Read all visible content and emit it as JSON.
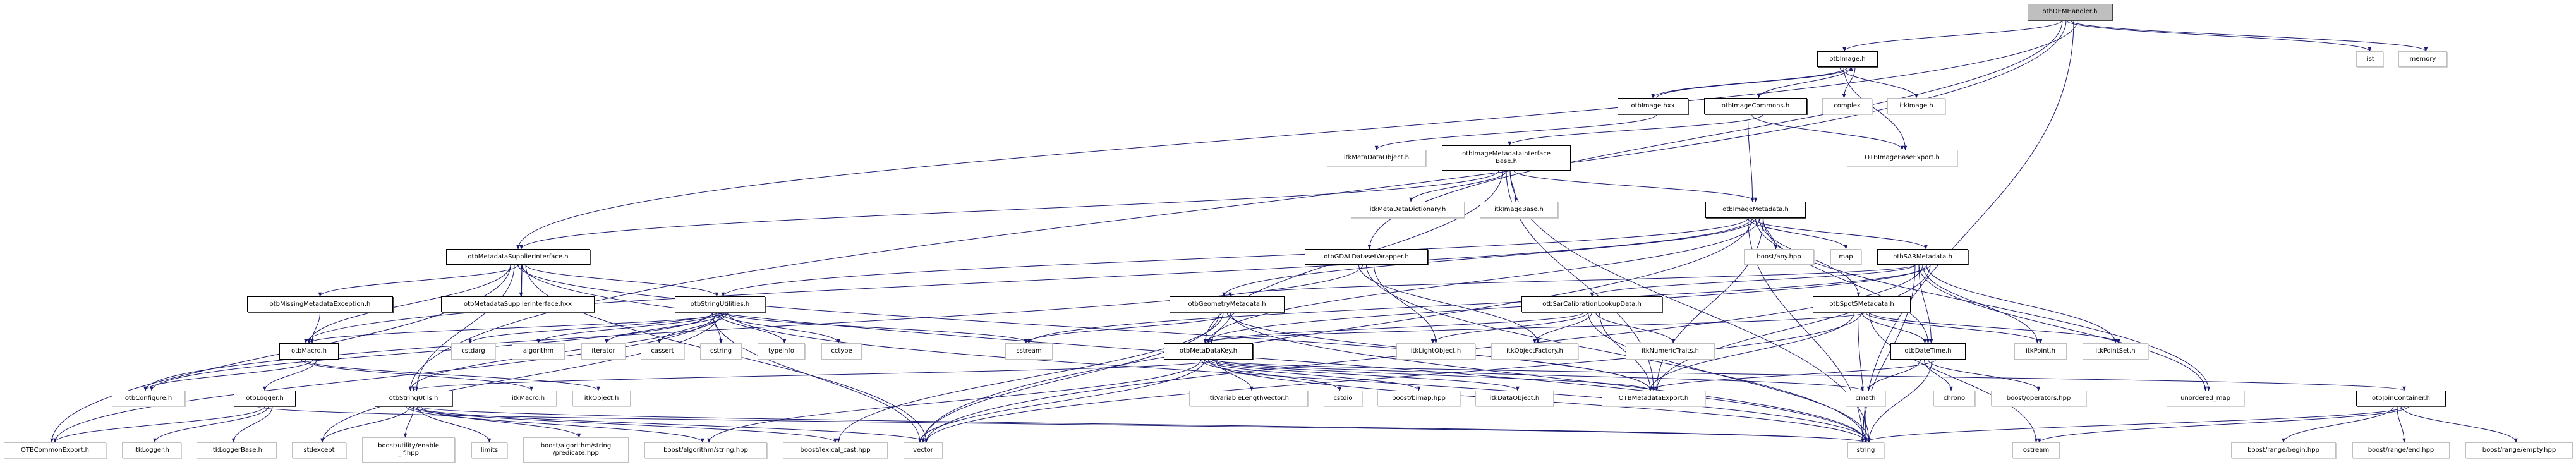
{
  "graph": {
    "root": "otbDEMHandler.h",
    "edge_color": "#191970",
    "root_fill": "#bfbfbf",
    "nodes": [
      {
        "id": "otbDEMHandler.h",
        "label": "otbDEMHandler.h",
        "kind": "root"
      },
      {
        "id": "otbImage.h",
        "label": "otbImage.h",
        "kind": "project"
      },
      {
        "id": "list",
        "label": "list",
        "kind": "external"
      },
      {
        "id": "memory",
        "label": "memory",
        "kind": "external"
      },
      {
        "id": "otbImage.hxx",
        "label": "otbImage.hxx",
        "kind": "project"
      },
      {
        "id": "otbImageCommons.h",
        "label": "otbImageCommons.h",
        "kind": "project"
      },
      {
        "id": "complex",
        "label": "complex",
        "kind": "external"
      },
      {
        "id": "itkImage.h",
        "label": "itkImage.h",
        "kind": "external"
      },
      {
        "id": "itkMetaDataObject.h",
        "label": "itkMetaDataObject.h",
        "kind": "external"
      },
      {
        "id": "otbImageMetadataInterfaceBase.h",
        "label": "otbImageMetadataInterface\nBase.h",
        "kind": "project"
      },
      {
        "id": "OTBImageBaseExport.h",
        "label": "OTBImageBaseExport.h",
        "kind": "external"
      },
      {
        "id": "itkMetaDataDictionary.h",
        "label": "itkMetaDataDictionary.h",
        "kind": "external"
      },
      {
        "id": "itkImageBase.h",
        "label": "itkImageBase.h",
        "kind": "external"
      },
      {
        "id": "otbImageMetadata.h",
        "label": "otbImageMetadata.h",
        "kind": "project"
      },
      {
        "id": "otbMetadataSupplierInterface.h",
        "label": "otbMetadataSupplierInterface.h",
        "kind": "project"
      },
      {
        "id": "otbGDALDatasetWrapper.h",
        "label": "otbGDALDatasetWrapper.h",
        "kind": "project"
      },
      {
        "id": "boost/any.hpp",
        "label": "boost/any.hpp",
        "kind": "external"
      },
      {
        "id": "map",
        "label": "map",
        "kind": "external"
      },
      {
        "id": "otbSARMetadata.h",
        "label": "otbSARMetadata.h",
        "kind": "project"
      },
      {
        "id": "otbMissingMetadataException.h",
        "label": "otbMissingMetadataException.h",
        "kind": "project"
      },
      {
        "id": "otbMetadataSupplierInterface.hxx",
        "label": "otbMetadataSupplierInterface.hxx",
        "kind": "project"
      },
      {
        "id": "otbStringUtilities.h",
        "label": "otbStringUtilities.h",
        "kind": "project"
      },
      {
        "id": "otbGeometryMetadata.h",
        "label": "otbGeometryMetadata.h",
        "kind": "project"
      },
      {
        "id": "otbSarCalibrationLookupData.h",
        "label": "otbSarCalibrationLookupData.h",
        "kind": "project"
      },
      {
        "id": "otbSpot5Metadata.h",
        "label": "otbSpot5Metadata.h",
        "kind": "project"
      },
      {
        "id": "otbMacro.h",
        "label": "otbMacro.h",
        "kind": "project"
      },
      {
        "id": "cstdarg",
        "label": "cstdarg",
        "kind": "external"
      },
      {
        "id": "algorithm",
        "label": "algorithm",
        "kind": "external"
      },
      {
        "id": "iterator",
        "label": "iterator",
        "kind": "external"
      },
      {
        "id": "cassert",
        "label": "cassert",
        "kind": "external"
      },
      {
        "id": "cstring",
        "label": "cstring",
        "kind": "external"
      },
      {
        "id": "typeinfo",
        "label": "typeinfo",
        "kind": "external"
      },
      {
        "id": "cctype",
        "label": "cctype",
        "kind": "external"
      },
      {
        "id": "sstream",
        "label": "sstream",
        "kind": "external"
      },
      {
        "id": "otbMetaDataKey.h",
        "label": "otbMetaDataKey.h",
        "kind": "project"
      },
      {
        "id": "itkLightObject.h",
        "label": "itkLightObject.h",
        "kind": "external"
      },
      {
        "id": "itkObjectFactory.h",
        "label": "itkObjectFactory.h",
        "kind": "external"
      },
      {
        "id": "itkNumericTraits.h",
        "label": "itkNumericTraits.h",
        "kind": "external"
      },
      {
        "id": "otbDateTime.h",
        "label": "otbDateTime.h",
        "kind": "project"
      },
      {
        "id": "itkPoint.h",
        "label": "itkPoint.h",
        "kind": "external"
      },
      {
        "id": "itkPointSet.h",
        "label": "itkPointSet.h",
        "kind": "external"
      },
      {
        "id": "otbConfigure.h",
        "label": "otbConfigure.h",
        "kind": "external"
      },
      {
        "id": "otbLogger.h",
        "label": "otbLogger.h",
        "kind": "project"
      },
      {
        "id": "otbStringUtils.h",
        "label": "otbStringUtils.h",
        "kind": "project"
      },
      {
        "id": "itkMacro.h",
        "label": "itkMacro.h",
        "kind": "external"
      },
      {
        "id": "itkObject.h",
        "label": "itkObject.h",
        "kind": "external"
      },
      {
        "id": "itkVariableLengthVector.h",
        "label": "itkVariableLengthVector.h",
        "kind": "external"
      },
      {
        "id": "cstdio",
        "label": "cstdio",
        "kind": "external"
      },
      {
        "id": "boost/bimap.hpp",
        "label": "boost/bimap.hpp",
        "kind": "external"
      },
      {
        "id": "itkDataObject.h",
        "label": "itkDataObject.h",
        "kind": "external"
      },
      {
        "id": "OTBMetadataExport.h",
        "label": "OTBMetadataExport.h",
        "kind": "external"
      },
      {
        "id": "cmath",
        "label": "cmath",
        "kind": "external"
      },
      {
        "id": "chrono",
        "label": "chrono",
        "kind": "external"
      },
      {
        "id": "boost/operators.hpp",
        "label": "boost/operators.hpp",
        "kind": "external"
      },
      {
        "id": "unordered_map",
        "label": "unordered_map",
        "kind": "external"
      },
      {
        "id": "otbJoinContainer.h",
        "label": "otbJoinContainer.h",
        "kind": "project"
      },
      {
        "id": "OTBCommonExport.h",
        "label": "OTBCommonExport.h",
        "kind": "external"
      },
      {
        "id": "itkLogger.h",
        "label": "itkLogger.h",
        "kind": "external"
      },
      {
        "id": "itkLoggerBase.h",
        "label": "itkLoggerBase.h",
        "kind": "external"
      },
      {
        "id": "stdexcept",
        "label": "stdexcept",
        "kind": "external"
      },
      {
        "id": "boost/utility/enable_if.hpp",
        "label": "boost/utility/enable\n_if.hpp",
        "kind": "external"
      },
      {
        "id": "limits",
        "label": "limits",
        "kind": "external"
      },
      {
        "id": "boost/algorithm/string/predicate.hpp",
        "label": "boost/algorithm/string\n/predicate.hpp",
        "kind": "external"
      },
      {
        "id": "boost/algorithm/string.hpp",
        "label": "boost/algorithm/string.hpp",
        "kind": "external"
      },
      {
        "id": "boost/lexical_cast.hpp",
        "label": "boost/lexical_cast.hpp",
        "kind": "external"
      },
      {
        "id": "vector",
        "label": "vector",
        "kind": "external"
      },
      {
        "id": "string",
        "label": "string",
        "kind": "external"
      },
      {
        "id": "ostream",
        "label": "ostream",
        "kind": "external"
      },
      {
        "id": "boost/range/begin.hpp",
        "label": "boost/range/begin.hpp",
        "kind": "external"
      },
      {
        "id": "boost/range/end.hpp",
        "label": "boost/range/end.hpp",
        "kind": "external"
      },
      {
        "id": "boost/range/empty.hpp",
        "label": "boost/range/empty.hpp",
        "kind": "external"
      }
    ],
    "edges": [
      [
        "otbDEMHandler.h",
        "otbImage.h"
      ],
      [
        "otbDEMHandler.h",
        "list"
      ],
      [
        "otbDEMHandler.h",
        "memory"
      ],
      [
        "otbDEMHandler.h",
        "string"
      ],
      [
        "otbDEMHandler.h",
        "otbMetadataSupplierInterface.h"
      ],
      [
        "otbDEMHandler.h",
        "otbGDALDatasetWrapper.h"
      ],
      [
        "otbDEMHandler.h",
        "otbStringUtils.h"
      ],
      [
        "otbImage.h",
        "otbImage.hxx"
      ],
      [
        "otbImage.h",
        "otbImageCommons.h"
      ],
      [
        "otbImage.h",
        "complex"
      ],
      [
        "otbImage.h",
        "itkImage.h"
      ],
      [
        "otbImage.h",
        "OTBImageBaseExport.h"
      ],
      [
        "otbImage.hxx",
        "otbImage.h"
      ],
      [
        "otbImage.hxx",
        "itkMetaDataObject.h"
      ],
      [
        "otbImageCommons.h",
        "otbImageMetadataInterfaceBase.h"
      ],
      [
        "otbImageCommons.h",
        "otbImageMetadata.h"
      ],
      [
        "otbImageCommons.h",
        "OTBImageBaseExport.h"
      ],
      [
        "otbImageMetadataInterfaceBase.h",
        "itkMetaDataDictionary.h"
      ],
      [
        "otbImageMetadataInterfaceBase.h",
        "itkImageBase.h"
      ],
      [
        "otbImageMetadataInterfaceBase.h",
        "otbImageMetadata.h"
      ],
      [
        "otbImageMetadataInterfaceBase.h",
        "otbMetadataSupplierInterface.h"
      ],
      [
        "otbImageMetadataInterfaceBase.h",
        "otbMetaDataKey.h"
      ],
      [
        "otbImageMetadataInterfaceBase.h",
        "OTBMetadataExport.h"
      ],
      [
        "otbImageMetadataInterfaceBase.h",
        "string"
      ],
      [
        "otbImageMetadata.h",
        "boost/any.hpp"
      ],
      [
        "otbImageMetadata.h",
        "map"
      ],
      [
        "otbImageMetadata.h",
        "otbSARMetadata.h"
      ],
      [
        "otbImageMetadata.h",
        "otbGeometryMetadata.h"
      ],
      [
        "otbImageMetadata.h",
        "otbMetaDataKey.h"
      ],
      [
        "otbImageMetadata.h",
        "OTBMetadataExport.h"
      ],
      [
        "otbImageMetadata.h",
        "string"
      ],
      [
        "otbImageMetadata.h",
        "vector"
      ],
      [
        "otbImageMetadata.h",
        "unordered_map"
      ],
      [
        "otbImageMetadata.h",
        "otbSpot5Metadata.h"
      ],
      [
        "otbImageMetadata.h",
        "otbDateTime.h"
      ],
      [
        "otbImageMetadata.h",
        "otbStringUtilities.h"
      ],
      [
        "otbImageMetadata.h",
        "otbMacro.h"
      ],
      [
        "otbMetadataSupplierInterface.h",
        "otbMissingMetadataException.h"
      ],
      [
        "otbMetadataSupplierInterface.h",
        "otbMetadataSupplierInterface.hxx"
      ],
      [
        "otbMetadataSupplierInterface.h",
        "otbStringUtilities.h"
      ],
      [
        "otbMetadataSupplierInterface.h",
        "otbMacro.h"
      ],
      [
        "otbMetadataSupplierInterface.h",
        "otbStringUtils.h"
      ],
      [
        "otbMetadataSupplierInterface.h",
        "OTBMetadataExport.h"
      ],
      [
        "otbMetadataSupplierInterface.h",
        "string"
      ],
      [
        "otbMetadataSupplierInterface.h",
        "vector"
      ],
      [
        "otbMetadataSupplierInterface.h",
        "OTBCommonExport.h"
      ],
      [
        "otbMetadataSupplierInterface.hxx",
        "otbMetadataSupplierInterface.h"
      ],
      [
        "otbMissingMetadataException.h",
        "otbMacro.h"
      ],
      [
        "otbMacro.h",
        "otbConfigure.h"
      ],
      [
        "otbMacro.h",
        "otbLogger.h"
      ],
      [
        "otbMacro.h",
        "itkMacro.h"
      ],
      [
        "otbMacro.h",
        "itkObject.h"
      ],
      [
        "otbLogger.h",
        "OTBCommonExport.h"
      ],
      [
        "otbLogger.h",
        "itkLogger.h"
      ],
      [
        "otbLogger.h",
        "itkLoggerBase.h"
      ],
      [
        "otbLogger.h",
        "string"
      ],
      [
        "otbStringUtils.h",
        "stdexcept"
      ],
      [
        "otbStringUtils.h",
        "boost/utility/enable_if.hpp"
      ],
      [
        "otbStringUtils.h",
        "limits"
      ],
      [
        "otbStringUtils.h",
        "boost/algorithm/string/predicate.hpp"
      ],
      [
        "otbStringUtils.h",
        "boost/algorithm/string.hpp"
      ],
      [
        "otbStringUtils.h",
        "boost/lexical_cast.hpp"
      ],
      [
        "otbStringUtils.h",
        "vector"
      ],
      [
        "otbStringUtils.h",
        "string"
      ],
      [
        "otbStringUtilities.h",
        "otbMacro.h"
      ],
      [
        "otbStringUtilities.h",
        "otbConfigure.h"
      ],
      [
        "otbStringUtilities.h",
        "cstdarg"
      ],
      [
        "otbStringUtilities.h",
        "algorithm"
      ],
      [
        "otbStringUtilities.h",
        "iterator"
      ],
      [
        "otbStringUtilities.h",
        "cassert"
      ],
      [
        "otbStringUtilities.h",
        "cstring"
      ],
      [
        "otbStringUtilities.h",
        "typeinfo"
      ],
      [
        "otbStringUtilities.h",
        "cctype"
      ],
      [
        "otbStringUtilities.h",
        "sstream"
      ],
      [
        "otbStringUtilities.h",
        "string"
      ],
      [
        "otbStringUtilities.h",
        "vector"
      ],
      [
        "otbStringUtilities.h",
        "OTBCommonExport.h"
      ],
      [
        "otbStringUtilities.h",
        "stdexcept"
      ],
      [
        "otbStringUtilities.h",
        "otbStringUtils.h"
      ],
      [
        "otbGDALDatasetWrapper.h",
        "itkLightObject.h"
      ],
      [
        "otbGDALDatasetWrapper.h",
        "itkObjectFactory.h"
      ],
      [
        "otbGDALDatasetWrapper.h",
        "otbConfigure.h"
      ],
      [
        "otbGDALDatasetWrapper.h",
        "string"
      ],
      [
        "otbGeometryMetadata.h",
        "otbMetaDataKey.h"
      ],
      [
        "otbGeometryMetadata.h",
        "sstream"
      ],
      [
        "otbGeometryMetadata.h",
        "vector"
      ],
      [
        "otbGeometryMetadata.h",
        "boost/lexical_cast.hpp"
      ],
      [
        "otbGeometryMetadata.h",
        "OTBMetadataExport.h"
      ],
      [
        "otbGeometryMetadata.h",
        "string"
      ],
      [
        "otbMetaDataKey.h",
        "itkVariableLengthVector.h"
      ],
      [
        "otbMetaDataKey.h",
        "cstdio"
      ],
      [
        "otbMetaDataKey.h",
        "boost/bimap.hpp"
      ],
      [
        "otbMetaDataKey.h",
        "itkDataObject.h"
      ],
      [
        "otbMetaDataKey.h",
        "OTBMetadataExport.h"
      ],
      [
        "otbMetaDataKey.h",
        "otbStringUtils.h"
      ],
      [
        "otbMetaDataKey.h",
        "boost/algorithm/string.hpp"
      ],
      [
        "otbMetaDataKey.h",
        "vector"
      ],
      [
        "otbMetaDataKey.h",
        "string"
      ],
      [
        "otbMetaDataKey.h",
        "otbJoinContainer.h"
      ],
      [
        "otbMetaDataKey.h",
        "cmath"
      ],
      [
        "otbSARMetadata.h",
        "otbSarCalibrationLookupData.h"
      ],
      [
        "otbSARMetadata.h",
        "otbDateTime.h"
      ],
      [
        "otbSARMetadata.h",
        "itkPoint.h"
      ],
      [
        "otbSARMetadata.h",
        "itkPointSet.h"
      ],
      [
        "otbSARMetadata.h",
        "OTBMetadataExport.h"
      ],
      [
        "otbSARMetadata.h",
        "string"
      ],
      [
        "otbSARMetadata.h",
        "unordered_map"
      ],
      [
        "otbSARMetadata.h",
        "vector"
      ],
      [
        "otbSARMetadata.h",
        "otbMetaDataKey.h"
      ],
      [
        "otbSARMetadata.h",
        "sstream"
      ],
      [
        "otbSARMetadata.h",
        "otbGeometryMetadata.h"
      ],
      [
        "otbSarCalibrationLookupData.h",
        "itkLightObject.h"
      ],
      [
        "otbSarCalibrationLookupData.h",
        "itkObjectFactory.h"
      ],
      [
        "otbSarCalibrationLookupData.h",
        "itkNumericTraits.h"
      ],
      [
        "otbSarCalibrationLookupData.h",
        "OTBMetadataExport.h"
      ],
      [
        "otbSarCalibrationLookupData.h",
        "otbMetaDataKey.h"
      ],
      [
        "otbSarCalibrationLookupData.h",
        "string"
      ],
      [
        "otbSpot5Metadata.h",
        "otbDateTime.h"
      ],
      [
        "otbSpot5Metadata.h",
        "itkPoint.h"
      ],
      [
        "otbSpot5Metadata.h",
        "itkPointSet.h"
      ],
      [
        "otbSpot5Metadata.h",
        "OTBMetadataExport.h"
      ],
      [
        "otbSpot5Metadata.h",
        "string"
      ],
      [
        "otbSpot5Metadata.h",
        "vector"
      ],
      [
        "otbSpot5Metadata.h",
        "otbMetaDataKey.h"
      ],
      [
        "otbSpot5Metadata.h",
        "ostream"
      ],
      [
        "otbDateTime.h",
        "cmath"
      ],
      [
        "otbDateTime.h",
        "chrono"
      ],
      [
        "otbDateTime.h",
        "boost/operators.hpp"
      ],
      [
        "otbDateTime.h",
        "string"
      ],
      [
        "otbDateTime.h",
        "OTBMetadataExport.h"
      ],
      [
        "otbJoinContainer.h",
        "boost/range/begin.hpp"
      ],
      [
        "otbJoinContainer.h",
        "boost/range/end.hpp"
      ],
      [
        "otbJoinContainer.h",
        "boost/range/empty.hpp"
      ],
      [
        "otbJoinContainer.h",
        "string"
      ],
      [
        "otbJoinContainer.h",
        "ostream"
      ]
    ]
  }
}
